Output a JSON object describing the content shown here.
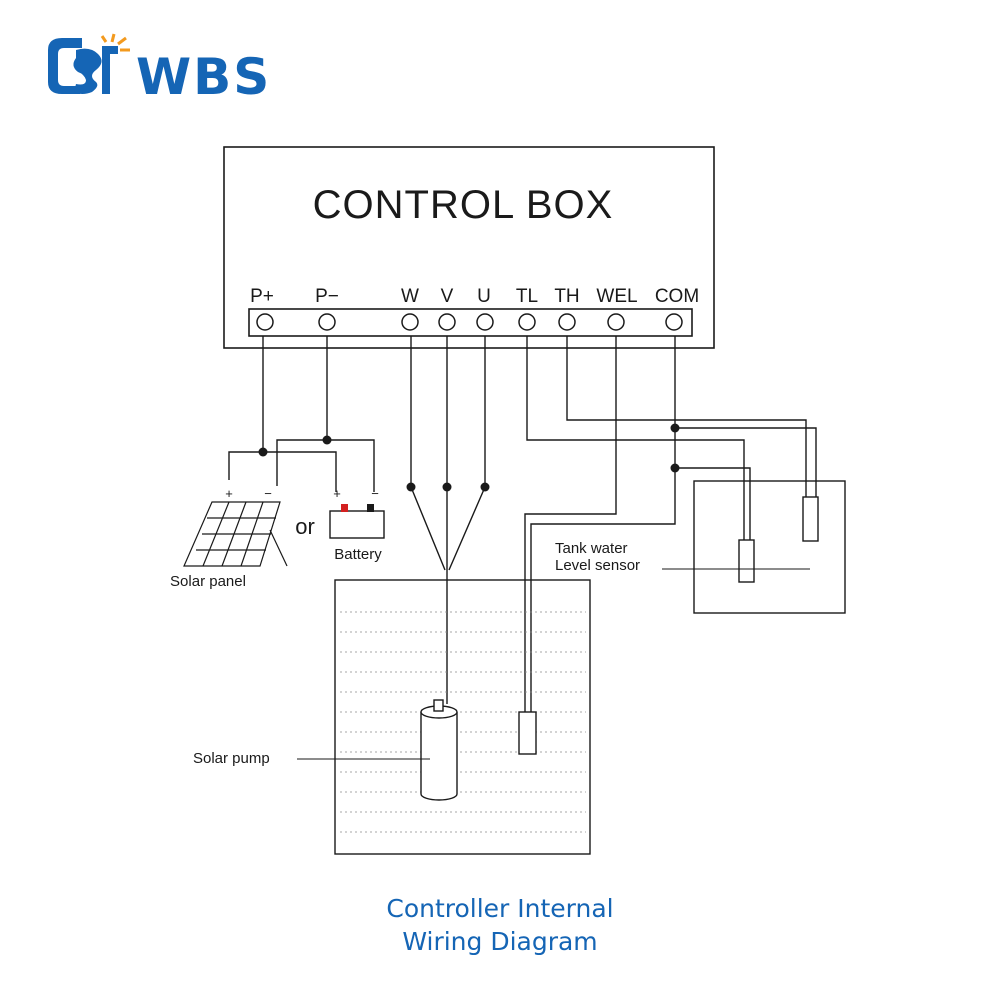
{
  "logo": {
    "text": "WBS",
    "color": "#1565b5",
    "accent_color": "#f39a1e"
  },
  "control_box": {
    "title": "CONTROL BOX",
    "terminals": [
      "P+",
      "P−",
      "W",
      "V",
      "U",
      "TL",
      "TH",
      "WEL",
      "COM"
    ]
  },
  "power": {
    "solar_panel_label": "Solar panel",
    "battery_label": "Battery",
    "or_label": "or",
    "plus_sign": "+",
    "minus_sign": "−"
  },
  "tank_sensor": {
    "label_line1": "Tank water",
    "label_line2": "Level sensor"
  },
  "well": {
    "pump_label": "Solar pump"
  },
  "caption": {
    "line1": "Controller Internal",
    "line2": "Wiring Diagram",
    "color": "#1565b5"
  },
  "colors": {
    "line": "#1a1a1a",
    "battery_positive": "#d32020",
    "battery_negative": "#1a1a1a"
  }
}
